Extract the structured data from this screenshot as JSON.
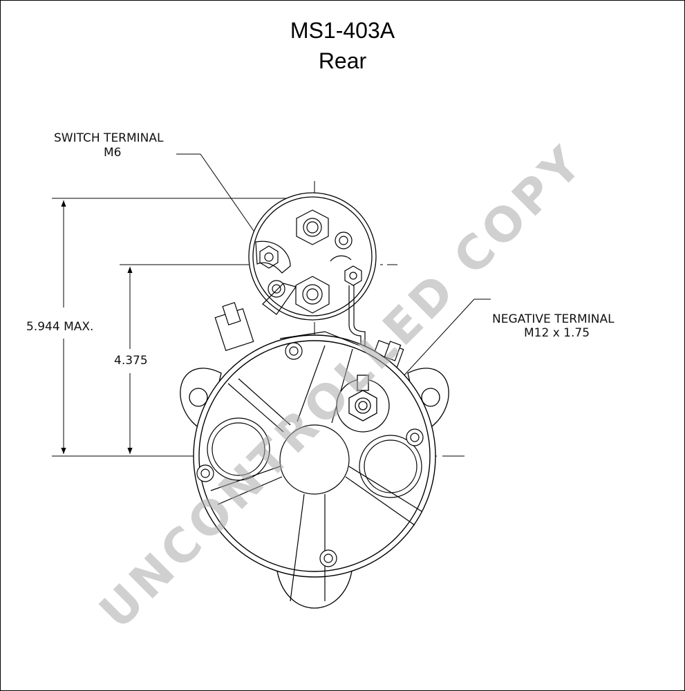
{
  "title": {
    "part_number": "MS1-403A",
    "view": "Rear"
  },
  "labels": {
    "switch_terminal_line1": "SWITCH TERMINAL",
    "switch_terminal_line2": "M6",
    "negative_terminal_line1": "NEGATIVE TERMINAL",
    "negative_terminal_line2": "M12 x 1.75"
  },
  "dimensions": {
    "overall_height": "5.944 MAX.",
    "center_height": "4.375"
  },
  "watermark": "UNCONTROLLED COPY"
}
